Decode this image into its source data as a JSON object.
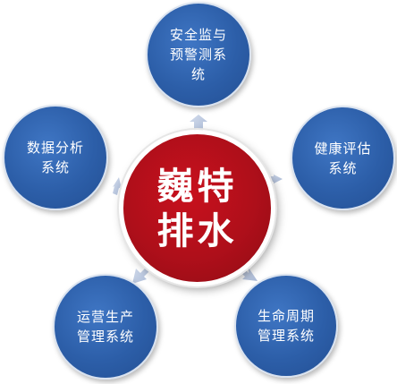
{
  "hub": {
    "label": "巍特\n排水",
    "color": "#ae0f1a"
  },
  "nodes": [
    {
      "id": "top",
      "label": "安全监与\n预警测系\n统"
    },
    {
      "id": "right",
      "label": "健康评估\n系统"
    },
    {
      "id": "bottom-right",
      "label": "生命周期\n管理系统"
    },
    {
      "id": "bottom-left",
      "label": "运营生产\n管理系统"
    },
    {
      "id": "left",
      "label": "数据分析\n系统"
    }
  ],
  "colors": {
    "node": "#2c5ea8",
    "arrow": "#b9c7e0"
  }
}
